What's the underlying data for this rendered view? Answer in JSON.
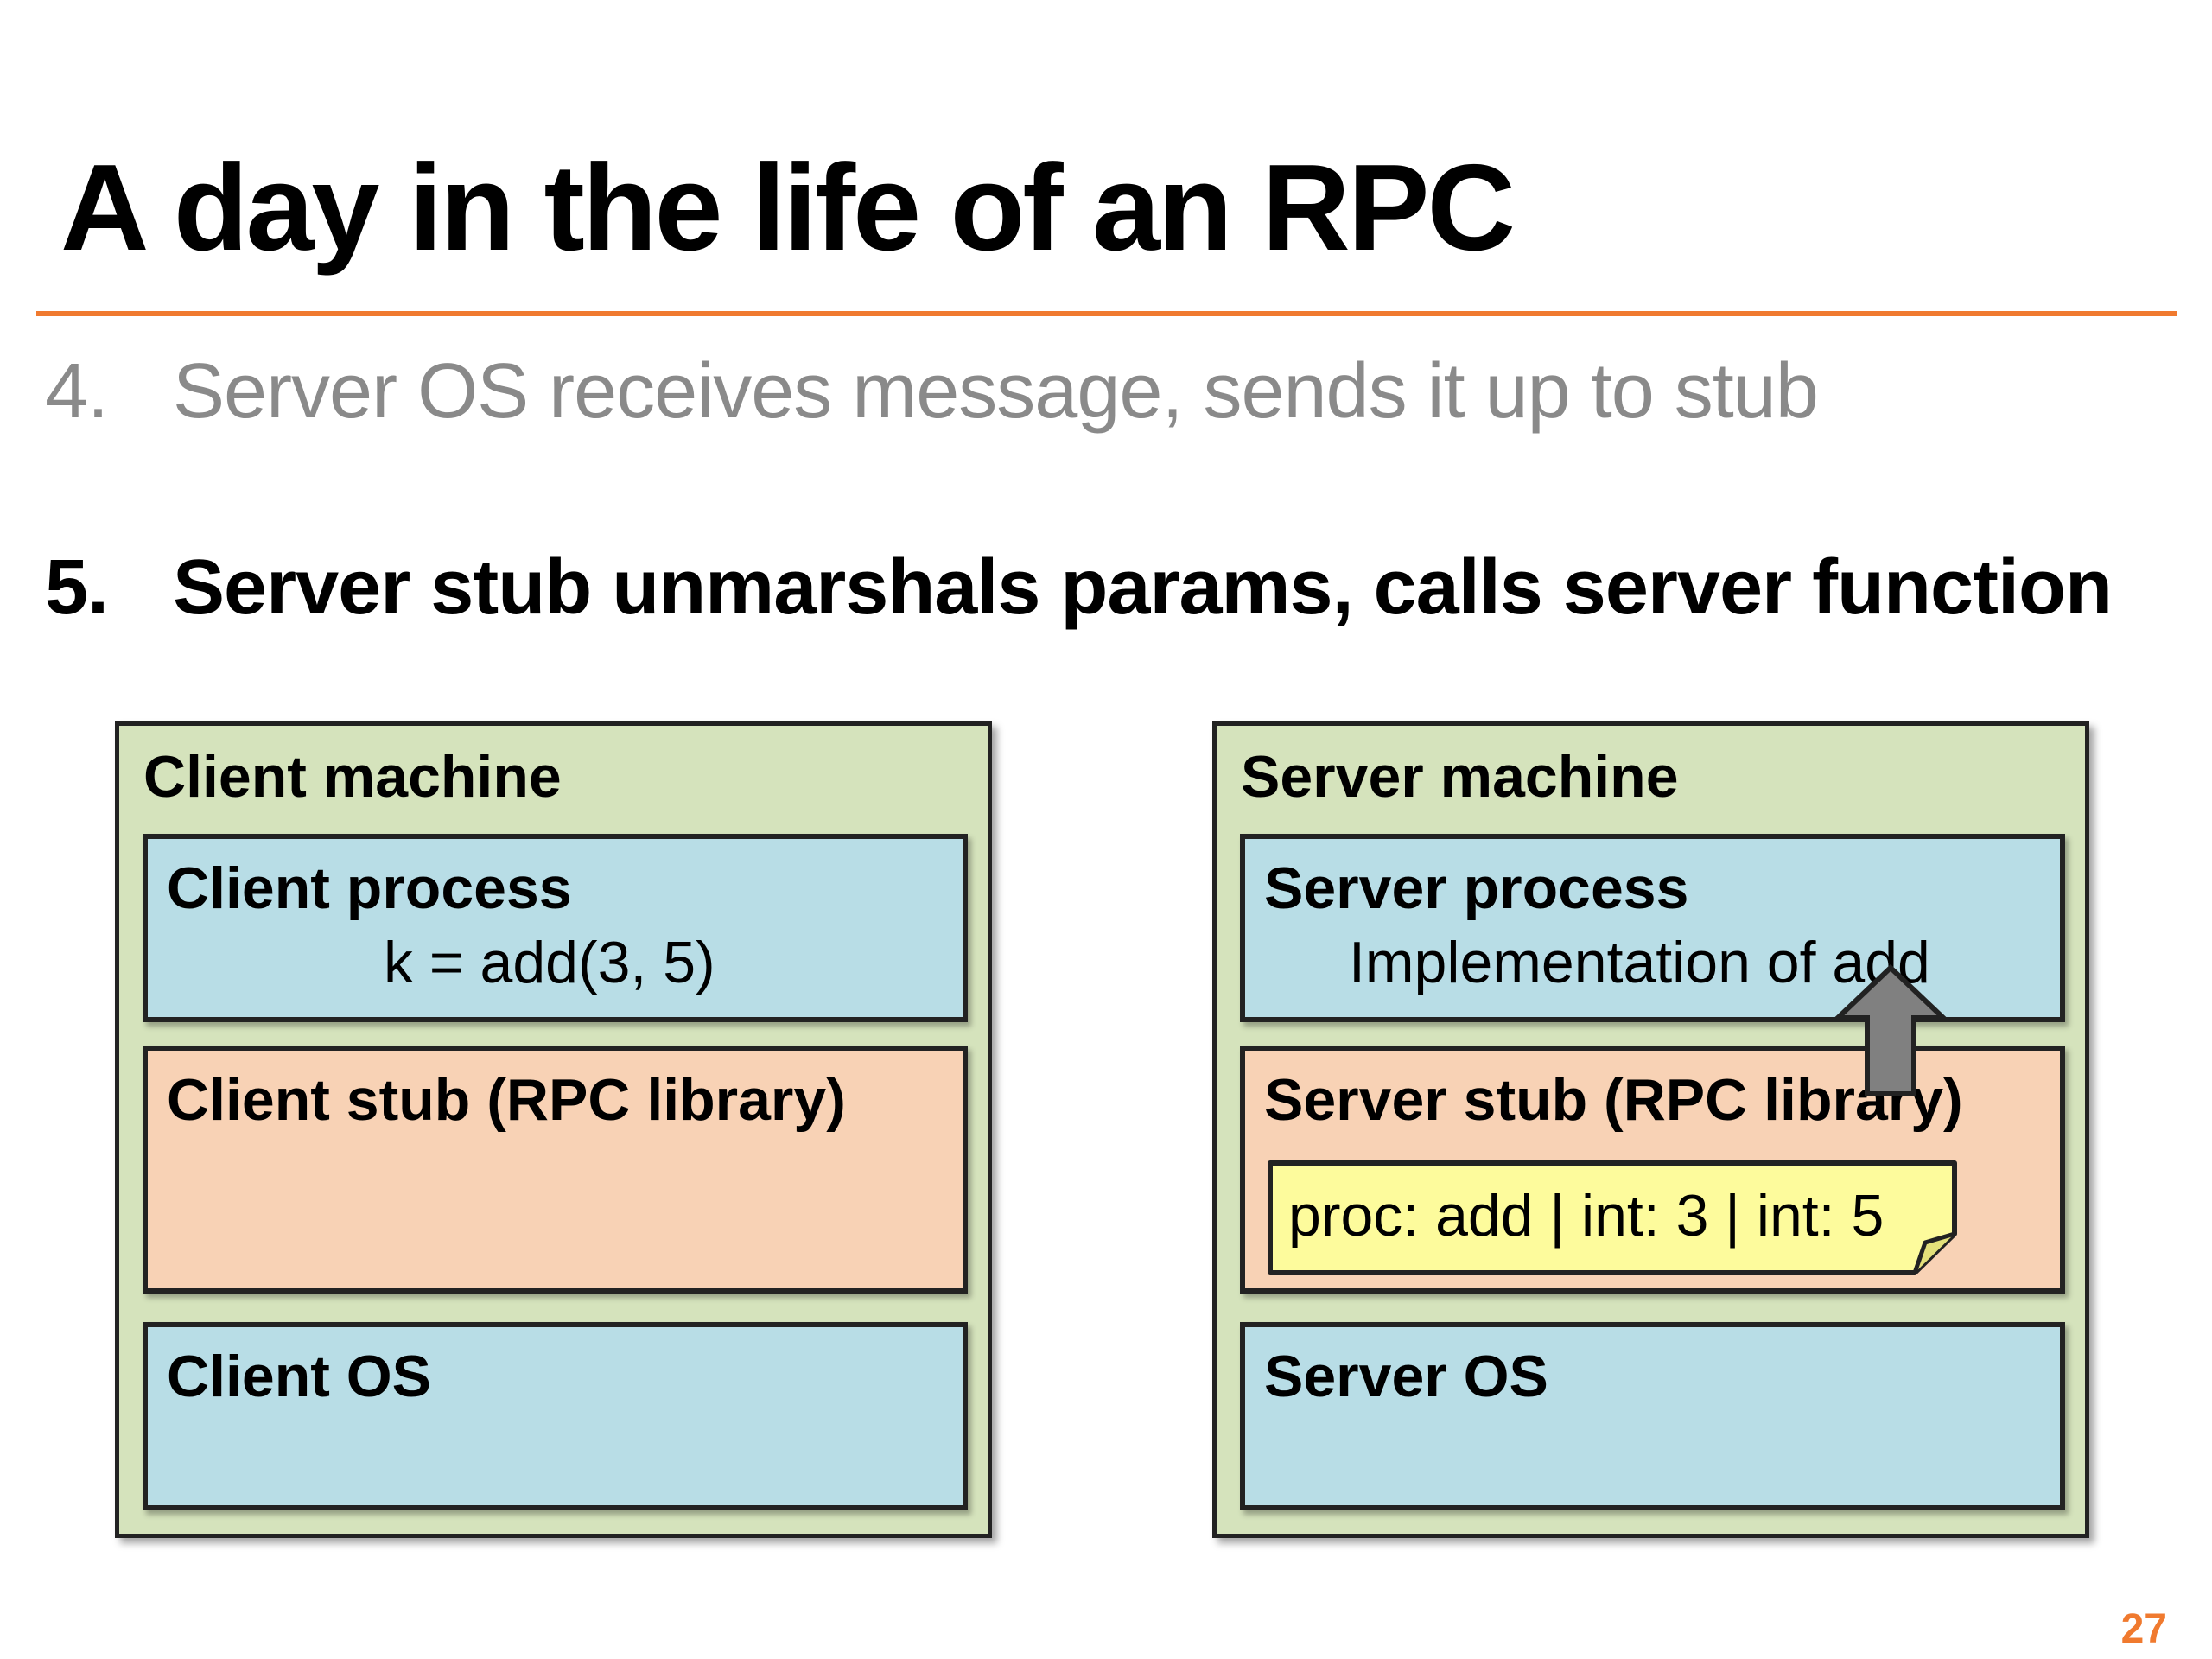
{
  "slide": {
    "title": "A day in the life of an RPC",
    "page_number": "27",
    "accent_color": "#f07a2f"
  },
  "steps": [
    {
      "num": "4.",
      "text": "Server OS receives message, sends it up to stub",
      "state": "dimmed"
    },
    {
      "num": "5.",
      "text": "Server stub unmarshals params, calls server function",
      "state": "active"
    }
  ],
  "client": {
    "label": "Client machine",
    "process": {
      "label": "Client process",
      "code": "k = add(3, 5)"
    },
    "stub": {
      "label": "Client stub (RPC library)"
    },
    "os": {
      "label": "Client OS"
    }
  },
  "server": {
    "label": "Server machine",
    "process": {
      "label": "Server process",
      "text": "Implementation of add"
    },
    "stub": {
      "label": "Server stub (RPC library)"
    },
    "os": {
      "label": "Server OS"
    },
    "message": "proc: add | int: 3 | int: 5"
  },
  "colors": {
    "machine_bg": "#d5e3bc",
    "process_bg": "#b8dde6",
    "stub_bg": "#f8d2b5",
    "message_bg": "#fdfb9c",
    "arrow": "#808080"
  },
  "icons": {
    "arrow": "up-arrow-icon"
  }
}
